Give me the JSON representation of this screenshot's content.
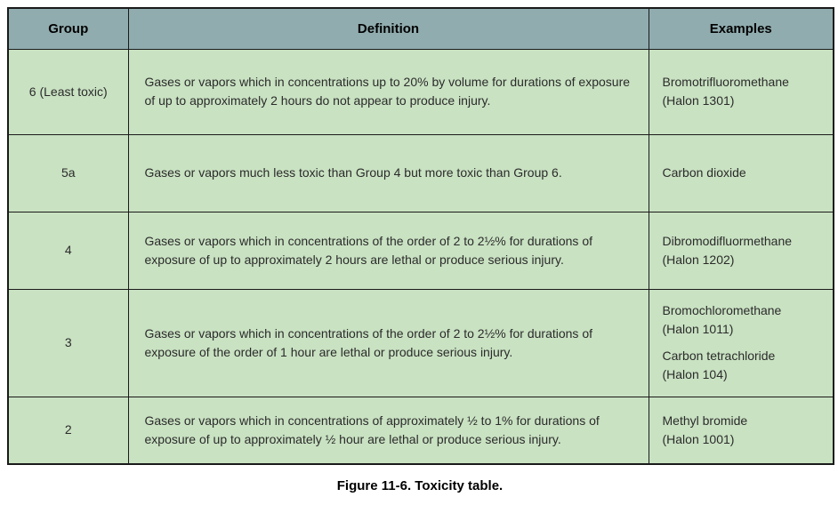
{
  "table": {
    "columns": [
      "Group",
      "Definition",
      "Examples"
    ],
    "rows": [
      {
        "group": "6 (Least toxic)",
        "definition": "Gases or vapors which in concentrations up to 20% by volume for durations of exposure of up to approximately 2 hours do not appear to produce injury.",
        "examples": [
          {
            "lines": [
              "Bromotrifluoromethane",
              "(Halon 1301)"
            ]
          }
        ]
      },
      {
        "group": "5a",
        "definition": "Gases or vapors much less toxic than Group 4 but more toxic than Group 6.",
        "examples": [
          {
            "lines": [
              "Carbon dioxide"
            ]
          }
        ]
      },
      {
        "group": "4",
        "definition": "Gases or vapors which in concentrations of the order of 2 to 2½% for durations of exposure of up to approximately 2 hours are lethal or produce serious injury.",
        "examples": [
          {
            "lines": [
              "Dibromodifluormethane",
              "(Halon 1202)"
            ]
          }
        ]
      },
      {
        "group": "3",
        "definition": "Gases or vapors which in concentrations of the order of 2 to 2½% for durations of exposure of the order of 1 hour are lethal or produce serious injury.",
        "examples": [
          {
            "lines": [
              "Bromochloromethane",
              "(Halon 1011)"
            ]
          },
          {
            "lines": [
              "Carbon tetrachloride",
              "(Halon 104)"
            ]
          }
        ]
      },
      {
        "group": "2",
        "definition": "Gases or vapors which in concentrations of approximately ½ to 1% for durations of exposure of up to approximately ½ hour are lethal or produce serious injury.",
        "examples": [
          {
            "lines": [
              "Methyl bromide",
              "(Halon 1001)"
            ]
          }
        ]
      }
    ]
  },
  "caption": "Figure 11-6. Toxicity table.",
  "colors": {
    "header_bg": "#90acaf",
    "row_bg": "#c9e2c2",
    "border": "#1a1a1a"
  }
}
